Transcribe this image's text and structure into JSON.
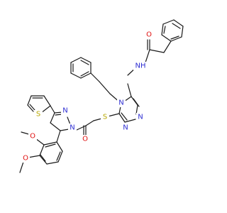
{
  "molecule": {
    "colors": {
      "bond": "#1a1a1a",
      "N": "#2d2dd2",
      "O": "#e01010",
      "S": "#b8a800",
      "background": "#ffffff"
    },
    "labels": {
      "amide_o": "O",
      "amide_nh": "NH",
      "triazole_n4": "N",
      "triazole_n1": "N",
      "triazole_n2": "N",
      "thioether_s": "S",
      "thiophene_s": "S",
      "pyrazoline_n2": "N",
      "pyrazoline_n1": "N",
      "ketone_o": "O",
      "methoxy_o_upper": "O",
      "methoxy_o_lower": "O"
    }
  }
}
